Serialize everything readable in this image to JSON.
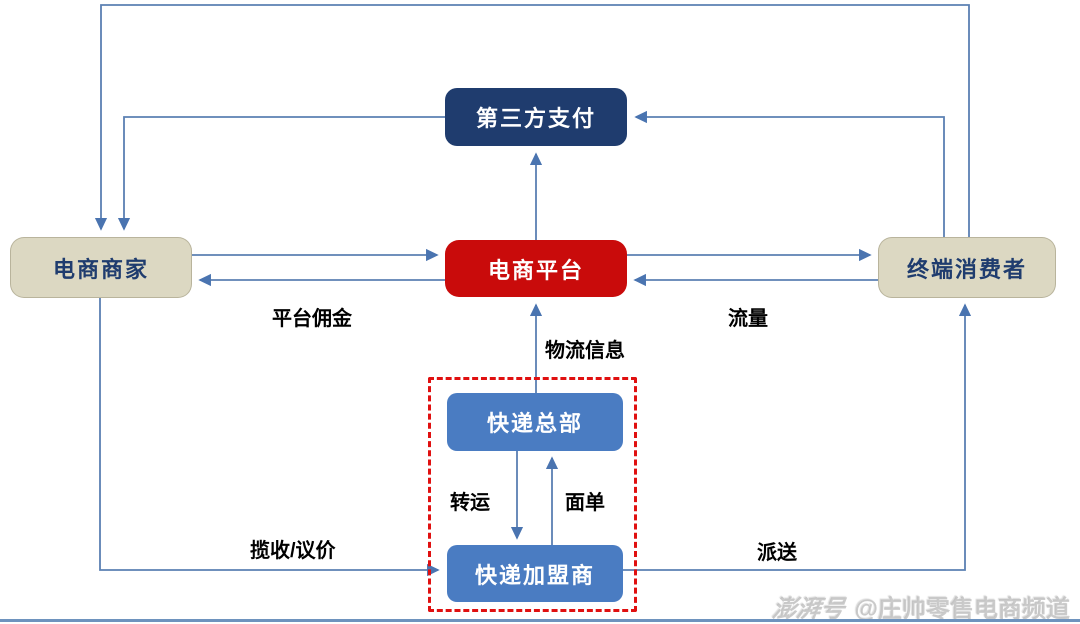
{
  "diagram": {
    "nodes": {
      "third_party_payment": {
        "label": "第三方支付"
      },
      "ecommerce_platform": {
        "label": "电商平台"
      },
      "merchant": {
        "label": "电商商家"
      },
      "consumer": {
        "label": "终端消费者"
      },
      "express_hq": {
        "label": "快递总部"
      },
      "express_franchisee": {
        "label": "快递加盟商"
      }
    },
    "edge_labels": {
      "platform_commission": "平台佣金",
      "traffic": "流量",
      "logistics_info": "物流信息",
      "transfer": "转运",
      "waybill": "面单",
      "pickup_bargain": "揽收/议价",
      "delivery": "派送"
    },
    "edges": [
      {
        "from": "consumer",
        "to": "merchant",
        "route": "over-top",
        "label": ""
      },
      {
        "from": "third_party_payment",
        "to": "merchant",
        "label": ""
      },
      {
        "from": "consumer",
        "to": "third_party_payment",
        "label": ""
      },
      {
        "from": "ecommerce_platform",
        "to": "third_party_payment",
        "label": ""
      },
      {
        "from": "merchant",
        "to": "ecommerce_platform",
        "label": "平台佣金"
      },
      {
        "from": "ecommerce_platform",
        "to": "merchant",
        "label": "平台佣金"
      },
      {
        "from": "ecommerce_platform",
        "to": "consumer",
        "label": "流量"
      },
      {
        "from": "consumer",
        "to": "ecommerce_platform",
        "label": "流量"
      },
      {
        "from": "express_hq",
        "to": "ecommerce_platform",
        "label": "物流信息"
      },
      {
        "from": "express_hq",
        "to": "express_franchisee",
        "label": "转运"
      },
      {
        "from": "express_franchisee",
        "to": "express_hq",
        "label": "面单"
      },
      {
        "from": "merchant",
        "to": "express_franchisee",
        "label": "揽收/议价"
      },
      {
        "from": "express_franchisee",
        "to": "consumer",
        "label": "派送"
      }
    ],
    "colors": {
      "payment_box": "#1F3C6E",
      "platform_box": "#C90B0B",
      "endpoint_box": "#DCD8C2",
      "endpoint_text": "#1F3C6E",
      "express_box": "#4A7CC2",
      "connector": "#5B80B3",
      "dashed_border": "#E01010",
      "label_text": "#000000"
    }
  },
  "watermark": {
    "brand": "澎湃号",
    "handle": "@庄帅零售电商频道"
  }
}
